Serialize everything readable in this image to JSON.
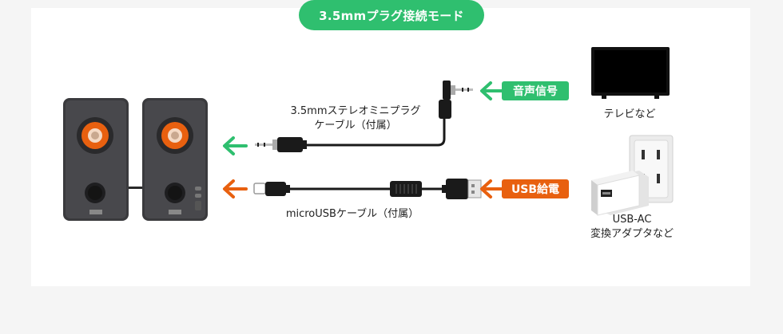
{
  "title": "3.5mmプラグ接続モード",
  "signal_tag": "音声信号",
  "usb_tag": "USB給電",
  "cable1_line1": "3.5mmステレオミニプラグ",
  "cable1_line2": "ケーブル（付属）",
  "cable2": "microUSBケーブル（付属）",
  "tv_label": "テレビなど",
  "ac_line1": "USB-AC",
  "ac_line2": "変換アダプタなど",
  "colors": {
    "green": "#2fbf6f",
    "orange": "#e8600f",
    "background": "#f5f5f5",
    "panel": "#ffffff"
  }
}
